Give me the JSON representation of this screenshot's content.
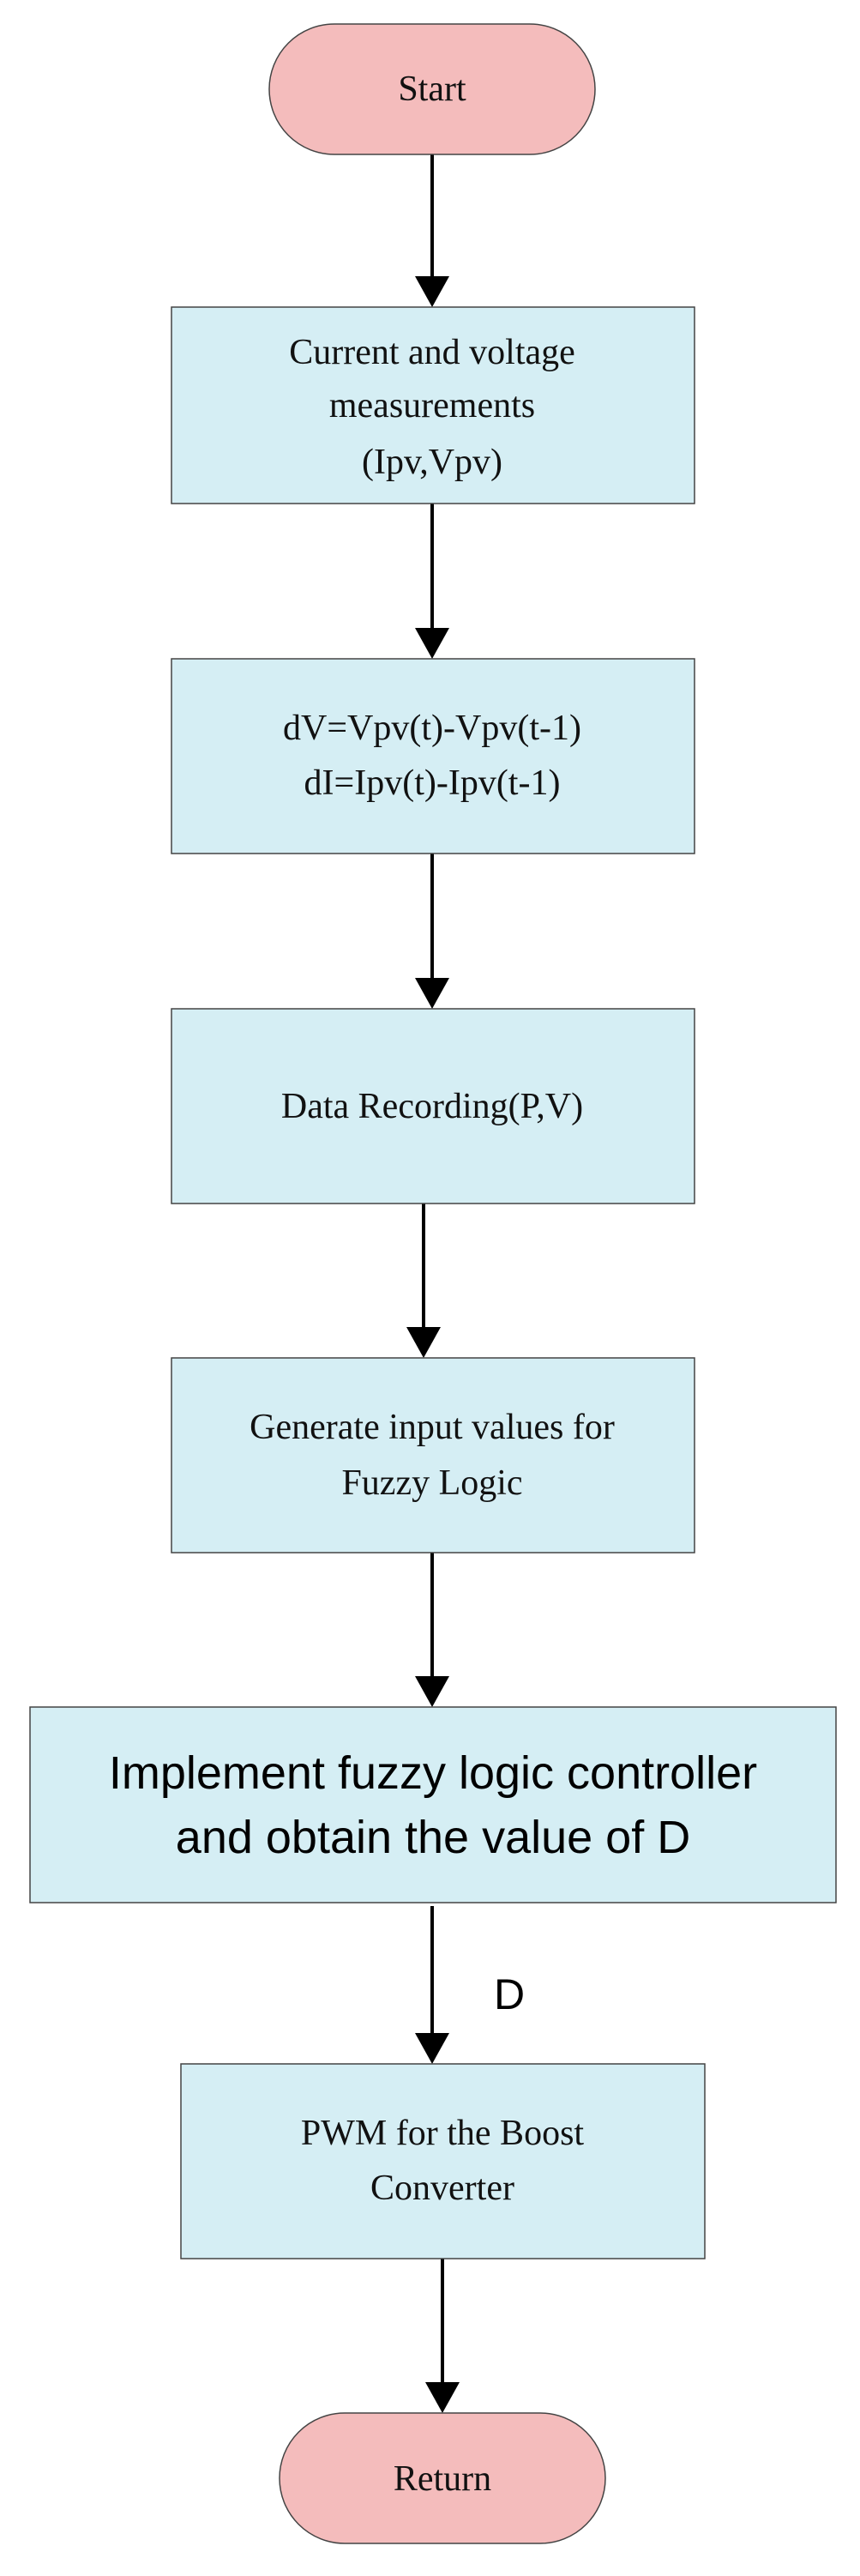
{
  "nodes": {
    "start": {
      "lines": [
        "Start"
      ]
    },
    "measure": {
      "lines": [
        "Current and voltage",
        "measurements",
        "(Ipv,Vpv)"
      ]
    },
    "delta": {
      "lines": [
        "dV=Vpv(t)-Vpv(t-1)",
        "dI=Ipv(t)-Ipv(t-1)"
      ]
    },
    "record": {
      "lines": [
        "Data Recording(P,V)"
      ]
    },
    "inputs": {
      "lines": [
        "Generate input values for",
        "Fuzzy Logic"
      ]
    },
    "controller": {
      "lines": [
        "Implement fuzzy logic controller",
        "and obtain the value of D"
      ]
    },
    "pwm": {
      "lines": [
        "PWM for the Boost",
        "Converter"
      ]
    },
    "return": {
      "lines": [
        "Return"
      ]
    }
  },
  "edges": {
    "controller_to_pwm": {
      "label": "D"
    }
  },
  "colors": {
    "terminal_fill": "#f4bcbc",
    "process_fill": "#d5eef4",
    "border": "#444444",
    "arrow": "#000000"
  }
}
